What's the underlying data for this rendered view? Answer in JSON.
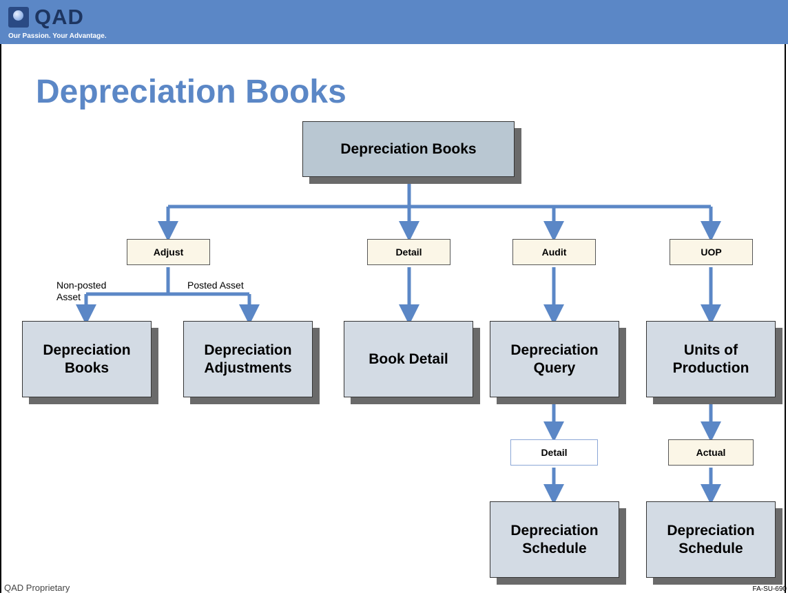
{
  "header": {
    "logo_text": "QAD",
    "tagline": "Our Passion. Your Advantage.",
    "brand_color": "#5b87c6"
  },
  "page_title": "Depreciation Books",
  "root": {
    "label": "Depreciation Books"
  },
  "tags": {
    "adjust": "Adjust",
    "detail": "Detail",
    "audit": "Audit",
    "uop": "UOP",
    "detail2": "Detail",
    "actual": "Actual"
  },
  "labels": {
    "non_posted": "Non-posted\nAsset",
    "posted": "Posted Asset"
  },
  "boxes": {
    "dep_books": "Depreciation\nBooks",
    "dep_adjustments": "Depreciation\nAdjustments",
    "book_detail": "Book Detail",
    "dep_query": "Depreciation\nQuery",
    "units_production": "Units of\nProduction",
    "dep_schedule_1": "Depreciation\nSchedule",
    "dep_schedule_2": "Depreciation\nSchedule"
  },
  "footer": {
    "left": "QAD Proprietary",
    "right": "FA-SU-690"
  },
  "colors": {
    "connector": "#5b87c6",
    "root_fill": "#b9c7d2",
    "box_fill": "#d3dbe4",
    "tag_fill": "#fbf6e7"
  }
}
